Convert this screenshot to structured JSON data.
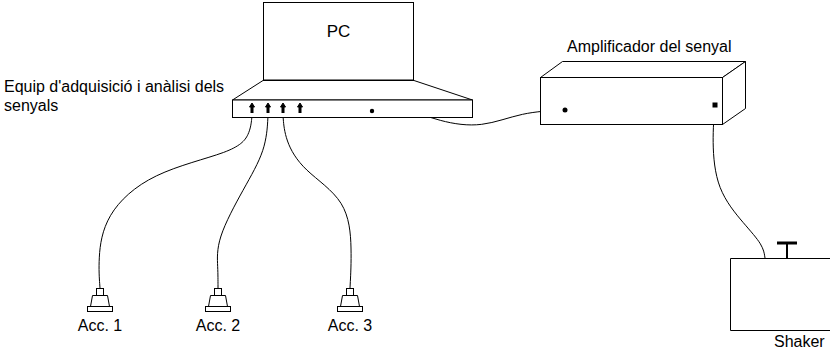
{
  "diagram": {
    "nodes": [
      {
        "text": [
          "PC"
        ]
      },
      {
        "text": [
          "Equip d'adquisició i anàlisi dels senyals"
        ]
      },
      {
        "text": [
          "Amplificador del senyal"
        ]
      },
      {
        "text": [
          "Acc. 1"
        ]
      },
      {
        "text": [
          "Acc. 2"
        ]
      },
      {
        "text": [
          "Acc. 3"
        ]
      },
      {
        "text": [
          "Shaker"
        ]
      }
    ],
    "edges": [
      {
        "from": 1,
        "to": 3,
        "arrow": "none"
      },
      {
        "from": 1,
        "to": 4,
        "arrow": "none"
      },
      {
        "from": 1,
        "to": 5,
        "arrow": "none"
      },
      {
        "from": 1,
        "to": 2,
        "arrow": "none"
      },
      {
        "from": 2,
        "to": 6,
        "arrow": "none"
      }
    ]
  }
}
